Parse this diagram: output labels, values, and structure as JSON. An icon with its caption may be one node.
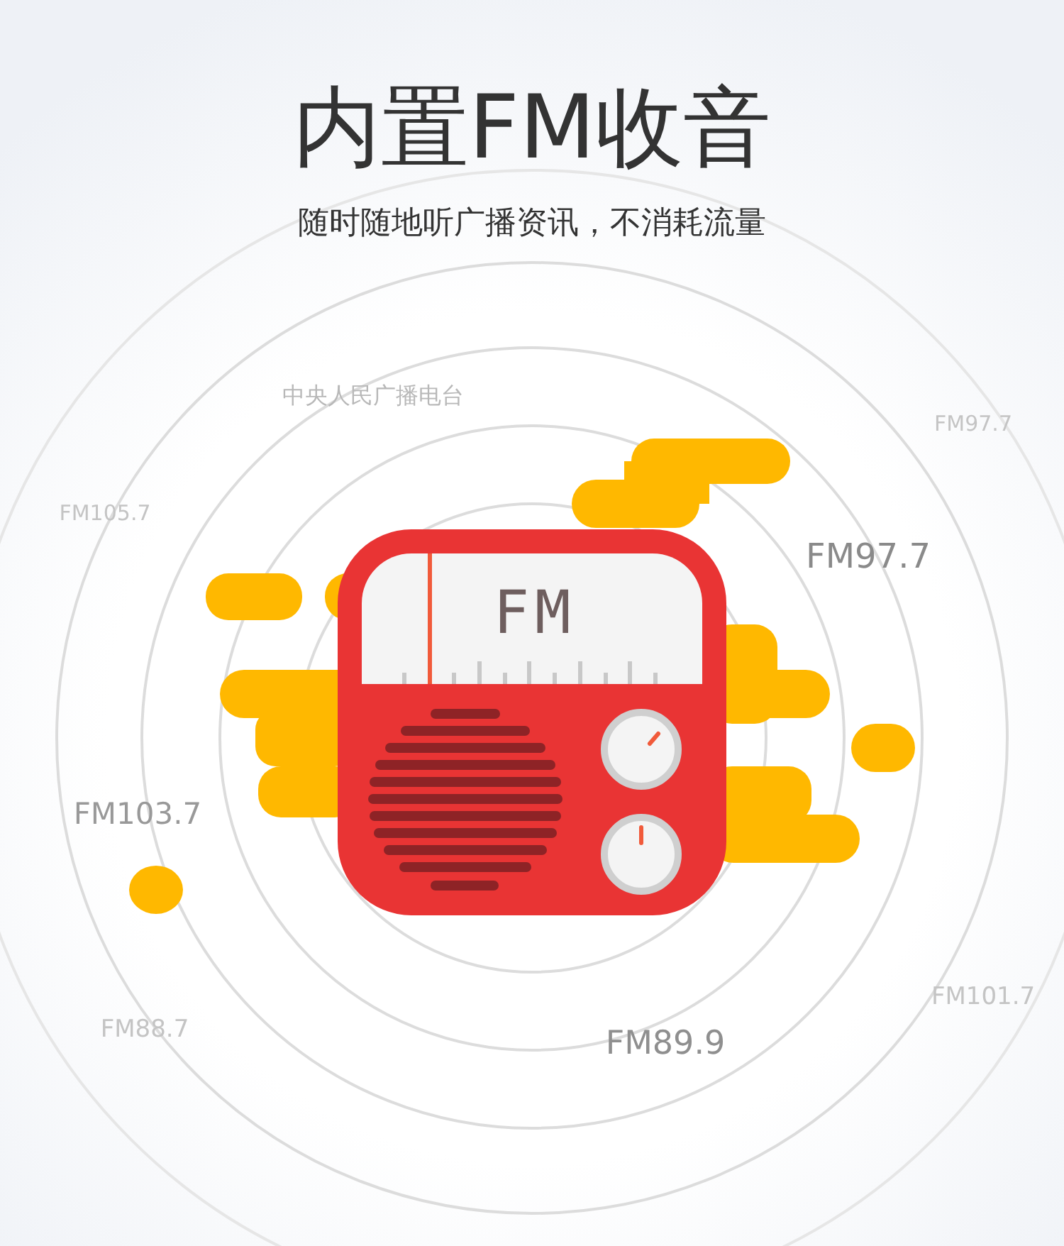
{
  "diagram": {
    "title": "内置FM收音",
    "labels": [
      "随时随地听广播资讯，不消耗流量",
      "中央人民广播电台",
      "FM97.7",
      "FM105.7",
      "FM97.7",
      "FM",
      "FM103.7",
      "FM101.7",
      "FM88.7",
      "FM89.9"
    ]
  }
}
